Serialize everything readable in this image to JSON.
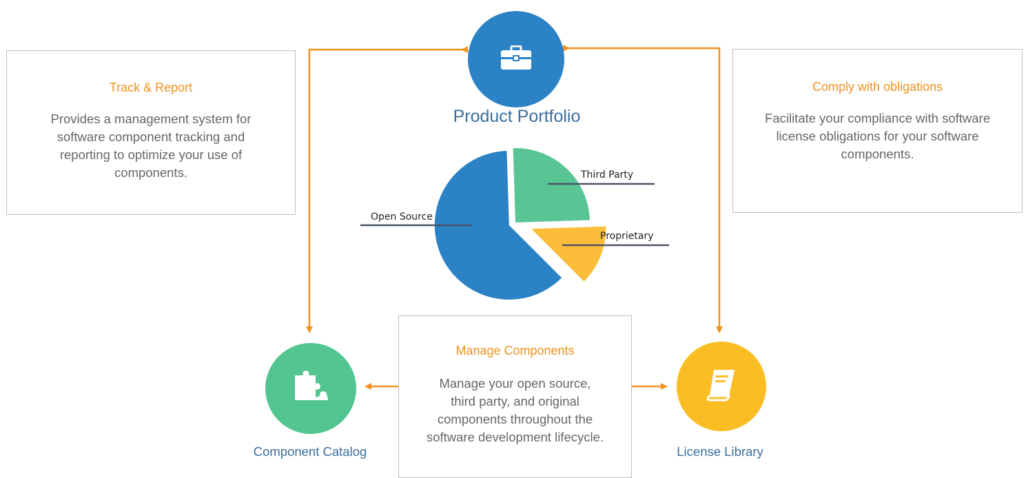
{
  "colors": {
    "accent_orange": "#f0921e",
    "portfolio_blue": "#2b82c5",
    "catalog_green": "#52c590",
    "library_yellow": "#fbbd24",
    "label_blue": "#3b6e9e",
    "box_border": "#bdbdbd"
  },
  "nodes": {
    "portfolio": {
      "label": "Product Portfolio",
      "icon": "briefcase-icon"
    },
    "catalog": {
      "label": "Component Catalog",
      "icon": "puzzle-piece-icon"
    },
    "library": {
      "label": "License Library",
      "icon": "book-icon"
    }
  },
  "boxes": {
    "track": {
      "title": "Track & Report",
      "lines": [
        "Provides a management system for",
        "software component tracking and",
        "reporting to optimize your use of",
        "components."
      ]
    },
    "comply": {
      "title": "Comply with obligations",
      "lines": [
        "Facilitate your compliance with software",
        "license obligations for your software",
        "components."
      ]
    },
    "manage": {
      "title": "Manage Components",
      "lines": [
        "Manage your open source,",
        "third party, and original",
        "components throughout the",
        "software development lifecycle."
      ]
    }
  },
  "chart_data": {
    "type": "pie",
    "slices": [
      {
        "name": "Open Source",
        "value": 62,
        "color": "#2b82c5"
      },
      {
        "name": "Third Party",
        "value": 25,
        "color": "#5ac594"
      },
      {
        "name": "Proprietary",
        "value": 13,
        "color": "#fbbd3a"
      }
    ]
  }
}
